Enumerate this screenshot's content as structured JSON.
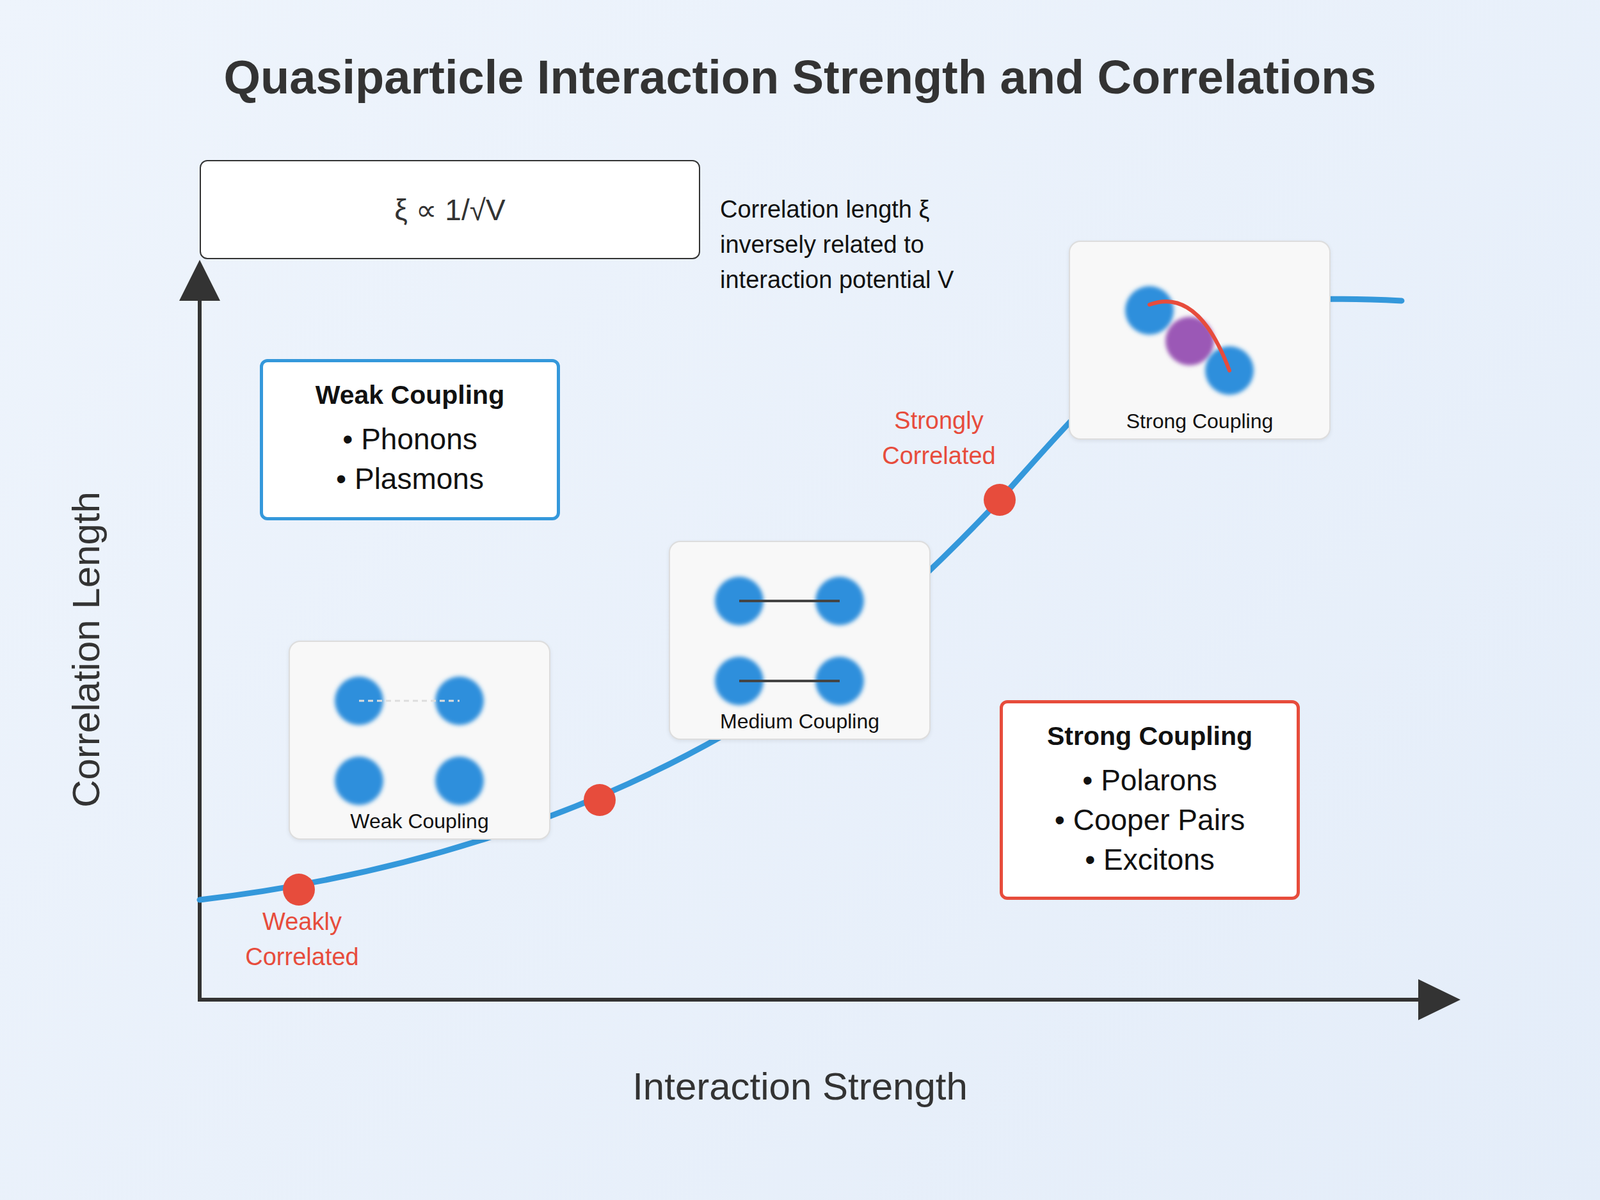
{
  "diagram": {
    "title": "Quasiparticle Interaction Strength and Correlations",
    "nodes": [
      {
        "text": [
          "ξ ∝ 1/√V"
        ]
      },
      {
        "text": [
          "Weak Coupling",
          "• Phonons",
          "• Plasmons"
        ]
      },
      {
        "text": [
          "Weak Coupling"
        ]
      },
      {
        "text": [
          "Medium Coupling"
        ]
      },
      {
        "text": [
          "Strong Coupling"
        ]
      },
      {
        "text": [
          "Strong Coupling",
          "• Polarons",
          "• Cooper Pairs",
          "• Excitons"
        ]
      }
    ],
    "labels": [
      "Correlation length ξ inversely related to interaction potential V",
      "Weakly Correlated",
      "Strongly Correlated",
      "Correlation Length",
      "Interaction Strength"
    ]
  }
}
